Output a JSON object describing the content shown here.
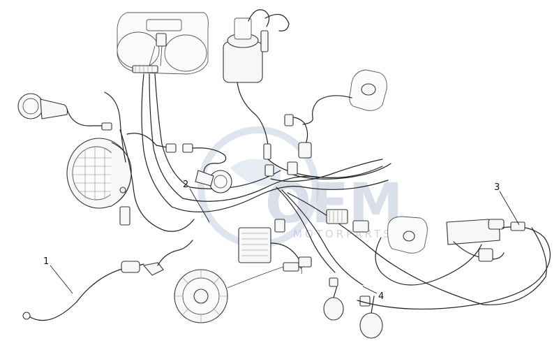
{
  "diagram": {
    "callouts": [
      {
        "id": "1",
        "label": "1"
      },
      {
        "id": "2",
        "label": "2"
      },
      {
        "id": "3",
        "label": "3"
      },
      {
        "id": "4",
        "label": "4"
      }
    ]
  },
  "watermark": {
    "brand": "OEM",
    "subtitle": "MOTORPARTS"
  },
  "colors": {
    "line": "#222222",
    "watermark": "#b9c7d9"
  }
}
